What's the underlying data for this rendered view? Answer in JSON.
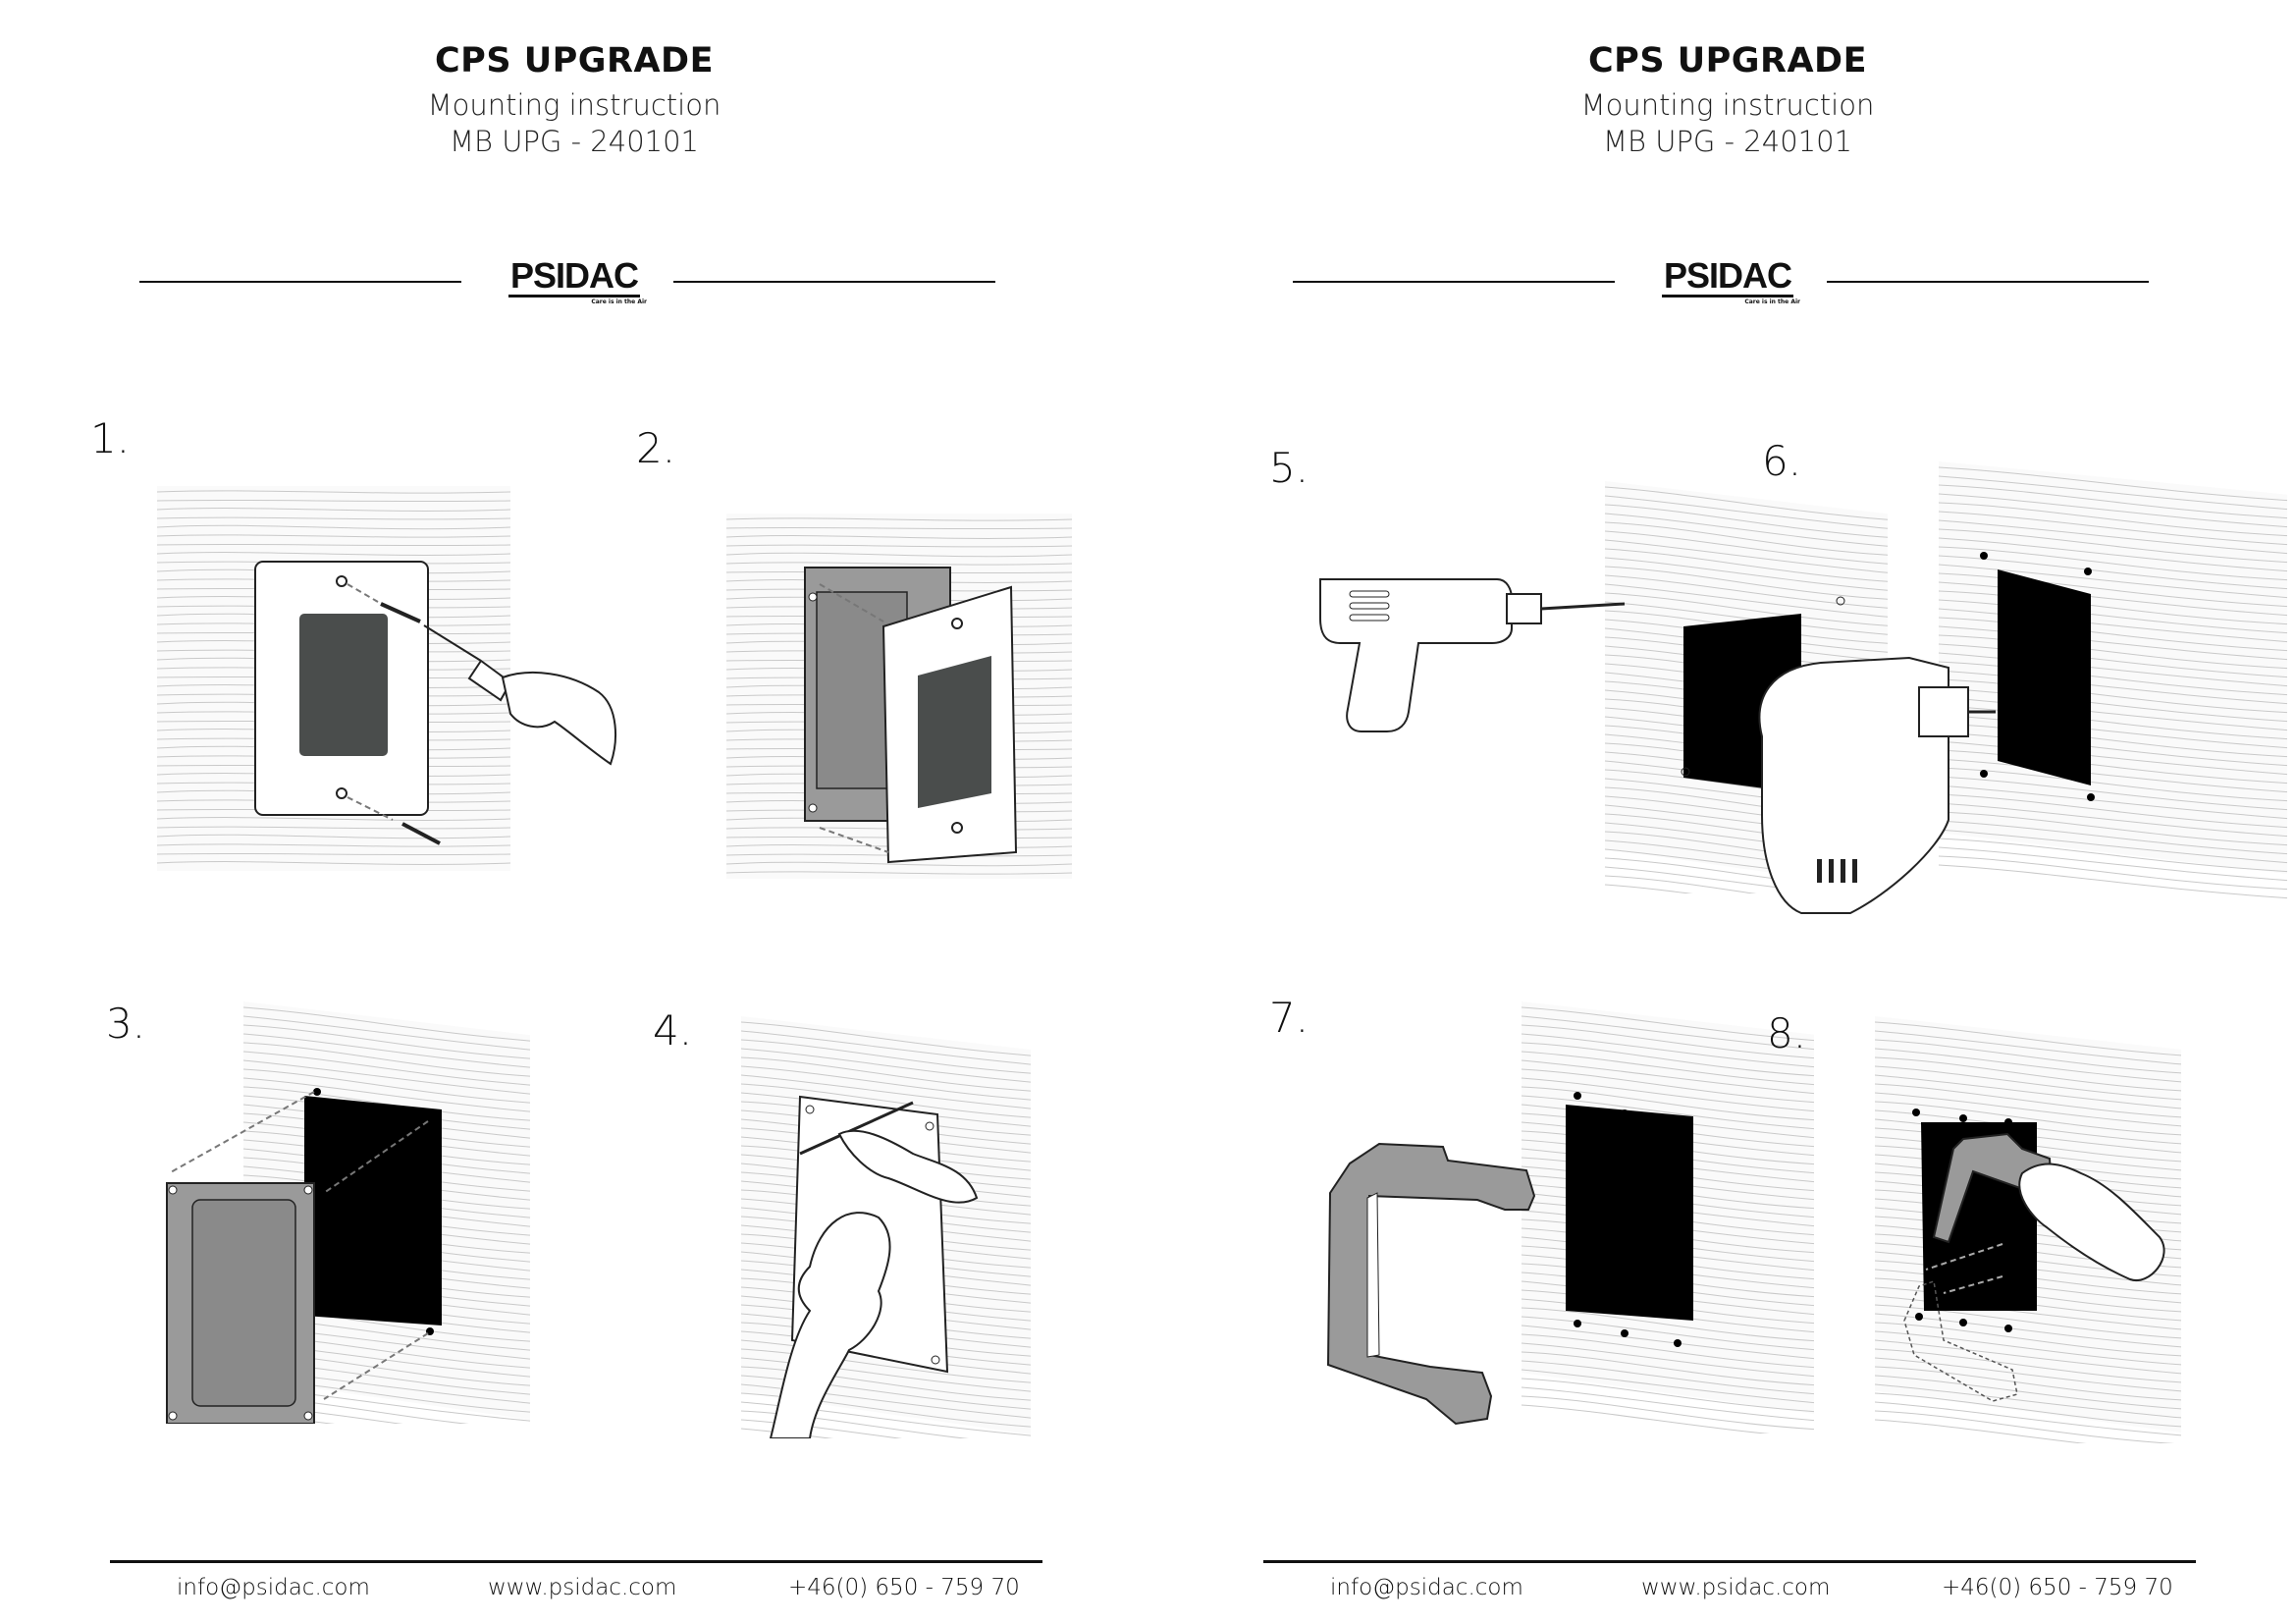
{
  "pages": [
    {
      "title": "CPS UPGRADE",
      "subtitle": "Mounting instruction",
      "doc_code": "MB UPG - 240101",
      "brand": {
        "name": "PSIDAC",
        "tagline": "Care is in the Air"
      },
      "steps": [
        {
          "number": "1.",
          "icon": "remove-cover-screws-illustration"
        },
        {
          "number": "2.",
          "icon": "remove-switch-box-illustration"
        },
        {
          "number": "3.",
          "icon": "detach-box-illustration"
        },
        {
          "number": "4.",
          "icon": "mark-template-illustration"
        }
      ],
      "footer": {
        "email": "info@psidac.com",
        "website": "www.psidac.com",
        "phone": "+46(0) 650 - 759 70"
      }
    },
    {
      "title": "CPS UPGRADE",
      "subtitle": "Mounting instruction",
      "doc_code": "MB UPG - 240101",
      "brand": {
        "name": "PSIDAC",
        "tagline": "Care is in the Air"
      },
      "steps": [
        {
          "number": "5.",
          "icon": "drill-holes-illustration"
        },
        {
          "number": "6.",
          "icon": "saw-opening-illustration"
        },
        {
          "number": "7.",
          "icon": "place-bracket-illustration"
        },
        {
          "number": "8.",
          "icon": "insert-bracket-illustration"
        }
      ],
      "footer": {
        "email": "info@psidac.com",
        "website": "www.psidac.com",
        "phone": "+46(0) 650 - 759 70"
      }
    }
  ],
  "colors": {
    "ink": "#111111",
    "panel": "#4a4d4c",
    "hole": "#000000",
    "metal": "#9a9a9a",
    "arrow": "#777777"
  }
}
